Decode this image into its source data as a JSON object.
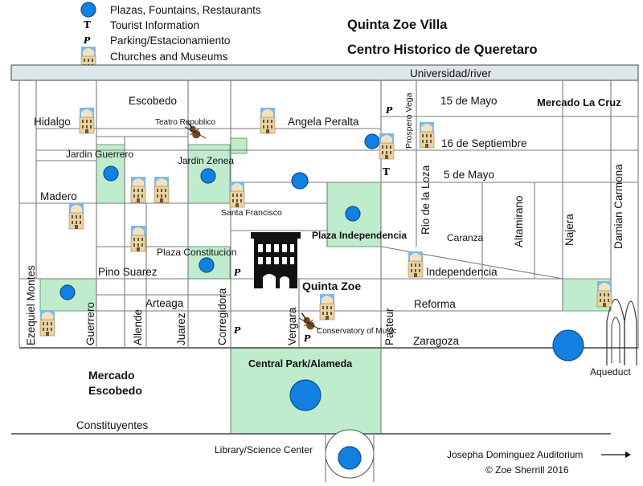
{
  "legend": {
    "plazas": "Plazas, Fountains, Restaurants",
    "tourist": "Tourist Information",
    "parking": "Parking/Estacionamiento",
    "churches": "Churches and Museums",
    "tourist_symbol": "T",
    "parking_symbol": "P"
  },
  "title": {
    "line1": "Quinta Zoe Villa",
    "line2": "Centro Historico de Queretaro"
  },
  "river": "Universidad/river",
  "streets": {
    "escobedo": "Escobedo",
    "hidalgo": "Hidalgo",
    "angela_peralta": "Angela Peralta",
    "quince_mayo": "15 de Mayo",
    "dieciseis_sept": "16 de Septiembre",
    "cinco_mayo": "5 de Mayo",
    "madero": "Madero",
    "pino_suarez": "Pino Suarez",
    "independencia": "Independencia",
    "arteaga": "Arteaga",
    "reforma": "Reforma",
    "zaragoza": "Zaragoza",
    "constituyentes": "Constituyentes",
    "caranza": "Caranza",
    "prospero_vega": "Prospero Vega",
    "rio_loza": "Rio de la Loza",
    "altamirano": "Altamirano",
    "najera": "Najera",
    "damian_carmona": "Damian Carmona",
    "ezequiel_montes": "Ezequiel Montes",
    "guerrero": "Guerrero",
    "allende": "Allende",
    "juarez": "Juarez",
    "corregidora": "Corregidora",
    "vergara": "Vergara",
    "pasteur": "Pasteur"
  },
  "places": {
    "mercado_la_cruz": "Mercado La Cruz",
    "teatro_republica": "Teatro Republico",
    "jardin_guerrero": "Jardin Guerrero",
    "jardin_zenea": "Jardin Zenea",
    "santa_francisco": "Santa Francisco",
    "plaza_independencia": "Plaza Independencia",
    "plaza_constitucion": "Plaza Constitucion",
    "quinta_zoe": "Quinta Zoe",
    "conservatory": "Conservatory of Music",
    "central_park": "Central Park/Alameda",
    "mercado_escobedo_1": "Mercado",
    "mercado_escobedo_2": "Escobedo",
    "library": "Library/Science Center",
    "aqueduct": "Aqueduct",
    "auditorium": "Josepha Dominguez Auditorium"
  },
  "copyright": "© Zoe Sherrill 2016",
  "colors": {
    "plaza_fill": "#bfeccd",
    "fountain": "#1280e0",
    "river_fill": "#dde6e8",
    "church_sky": "#7fb8e8",
    "church_body": "#e7d3a6"
  },
  "icons": [
    "blue-dot-icon",
    "tourist-t-icon",
    "parking-p-icon",
    "church-icon",
    "violin-icon",
    "arrow-right-icon"
  ]
}
